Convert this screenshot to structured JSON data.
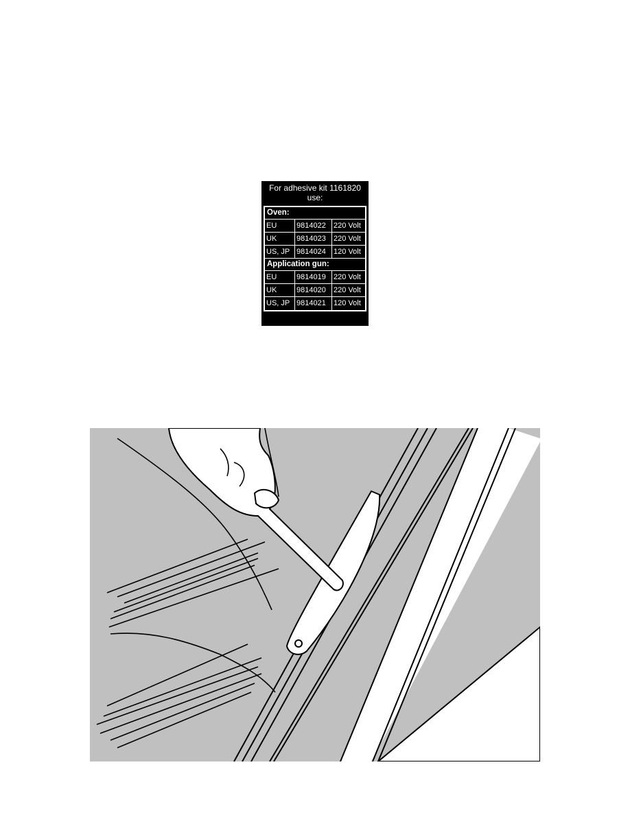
{
  "kit_panel": {
    "title": "For adhesive kit 1161820 use:",
    "sections": [
      {
        "heading": "Oven:",
        "rows": [
          {
            "region": "EU",
            "part": "9814022",
            "voltage": "220 Volt"
          },
          {
            "region": "UK",
            "part": "9814023",
            "voltage": "220 Volt"
          },
          {
            "region": "US, JP",
            "part": "9814024",
            "voltage": "120 Volt"
          }
        ]
      },
      {
        "heading": "Application gun:",
        "rows": [
          {
            "region": "EU",
            "part": "9814019",
            "voltage": "220 Volt"
          },
          {
            "region": "UK",
            "part": "9814020",
            "voltage": "220 Volt"
          },
          {
            "region": "US, JP",
            "part": "9814021",
            "voltage": "120 Volt"
          }
        ]
      }
    ]
  },
  "illustration": {
    "subject": "hand-using-spatula-on-window-trim",
    "background_color": "#c0c0c0",
    "line_color": "#000000"
  }
}
